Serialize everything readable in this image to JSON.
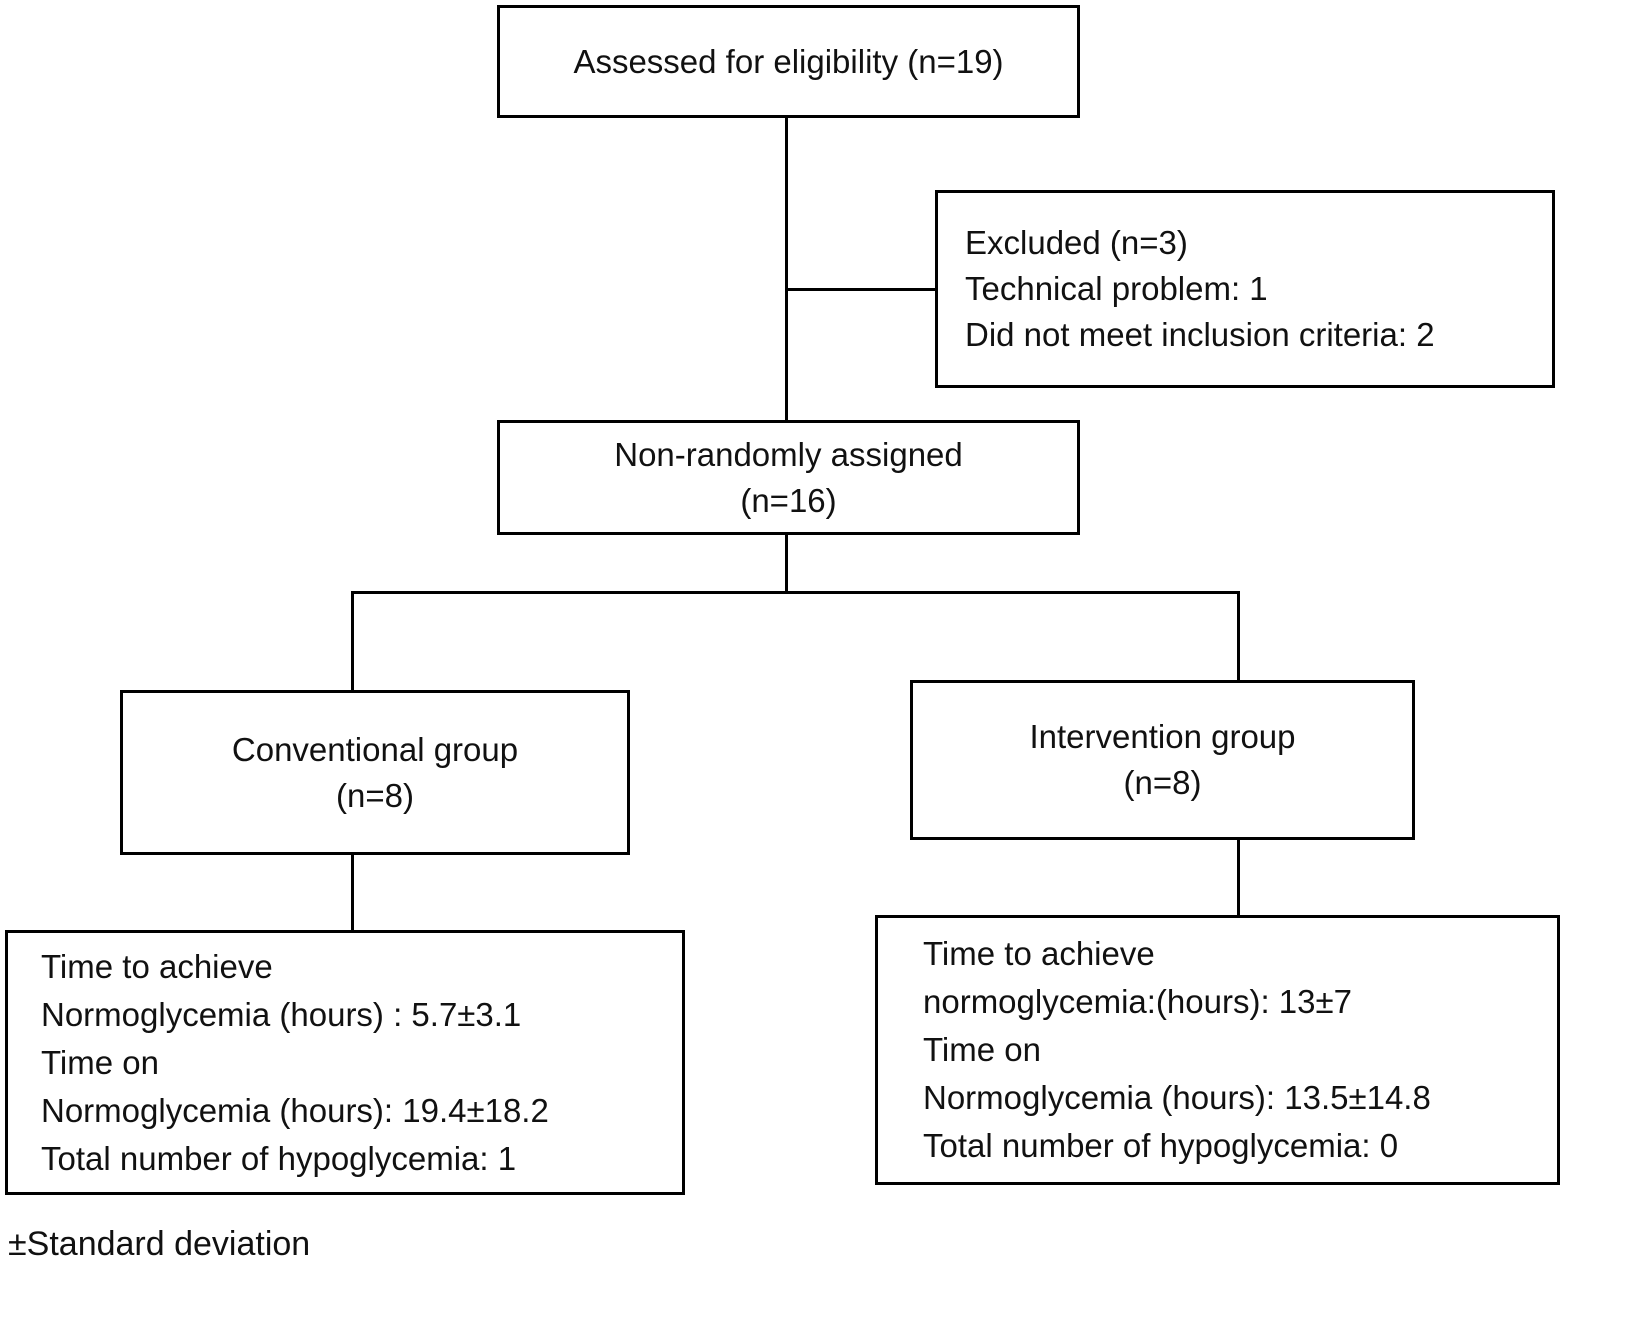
{
  "diagram": {
    "assessed_label": "Assessed for eligibility (n=19)",
    "excluded_lines": [
      "Excluded (n=3)",
      "Technical problem: 1",
      "Did not meet inclusion criteria: 2"
    ],
    "assigned_line1": "Non-randomly assigned",
    "assigned_line2": "(n=16)",
    "conventional_line1": "Conventional group",
    "conventional_line2": "(n=8)",
    "intervention_line1": "Intervention group",
    "intervention_line2": "(n=8)",
    "conventional_results": [
      "Time to achieve",
      "Normoglycemia (hours) : 5.7±3.1",
      "Time on",
      "Normoglycemia (hours): 19.4±18.2",
      "Total number of hypoglycemia: 1"
    ],
    "intervention_results": [
      "Time to achieve",
      "normoglycemia:(hours): 13±7",
      "Time on",
      "Normoglycemia (hours): 13.5±14.8",
      "Total number of hypoglycemia: 0"
    ],
    "footnote": "±Standard deviation"
  }
}
